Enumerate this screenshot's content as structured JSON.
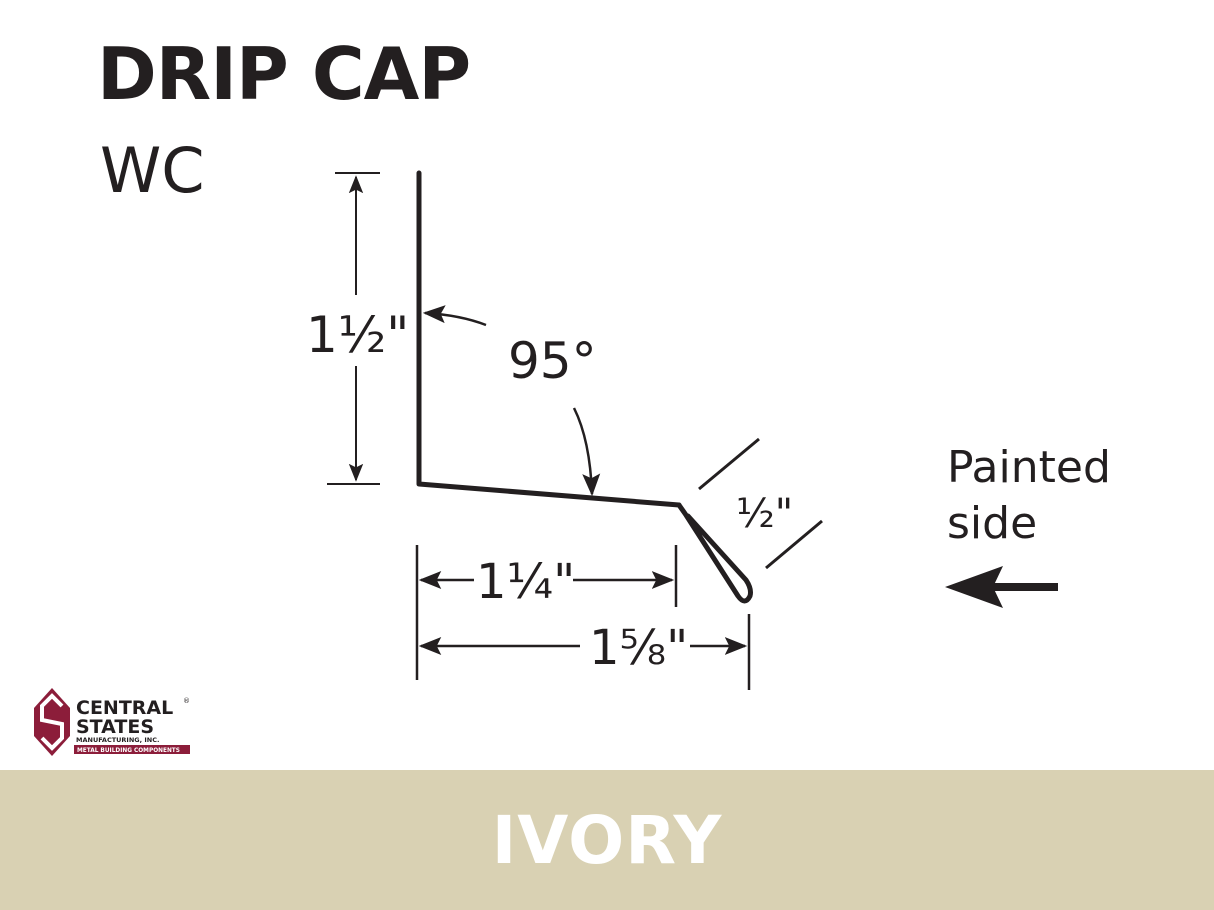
{
  "header": {
    "title": "DRIP CAP",
    "subtitle": "WC"
  },
  "diagram": {
    "dimensions": {
      "height": "1½\"",
      "angle": "95°",
      "drip_edge": "½\"",
      "inner_width": "1¼\"",
      "outer_width": "1⅝\""
    },
    "annotation": {
      "line1": "Painted",
      "line2": "side",
      "arrow_icon": "arrow-left-icon"
    }
  },
  "logo": {
    "line1": "CENTRAL",
    "line2": "STATES",
    "line3": "MANUFACTURING, INC.",
    "tagline": "METAL BUILDING COMPONENTS",
    "registered": "®",
    "brand_color": "#8c1d3a"
  },
  "footer": {
    "color_name": "IVORY",
    "swatch_color": "#d9d1b3"
  }
}
